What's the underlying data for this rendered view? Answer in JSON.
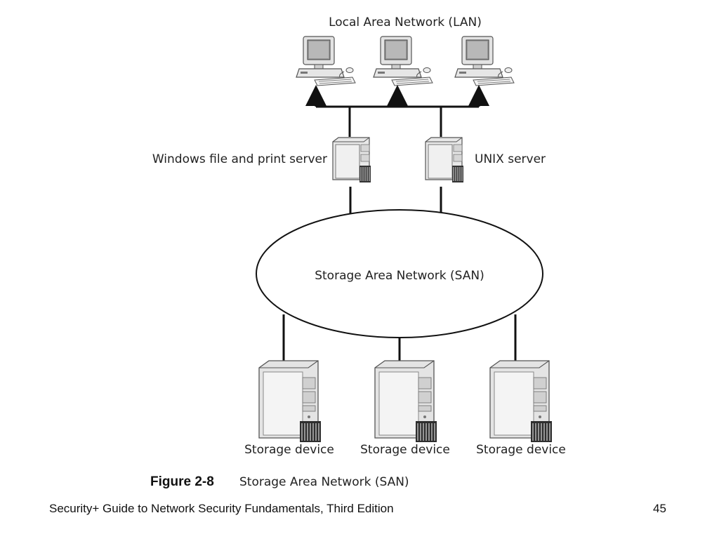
{
  "diagram": {
    "lan_label": "Local Area Network (LAN)",
    "windows_server_label": "Windows file and print server",
    "unix_server_label": "UNIX server",
    "san_label": "Storage Area Network (SAN)",
    "storage_labels": [
      "Storage device",
      "Storage device",
      "Storage device"
    ],
    "icons": {
      "workstation": "desktop-computer-icon",
      "server": "server-tower-icon",
      "storage": "storage-device-icon"
    }
  },
  "caption": {
    "figure_number": "Figure 2-8",
    "figure_title": "Storage Area Network (SAN)"
  },
  "footer": {
    "book_title": "Security+ Guide to Network Security Fundamentals, Third Edition",
    "page_number": "45"
  }
}
